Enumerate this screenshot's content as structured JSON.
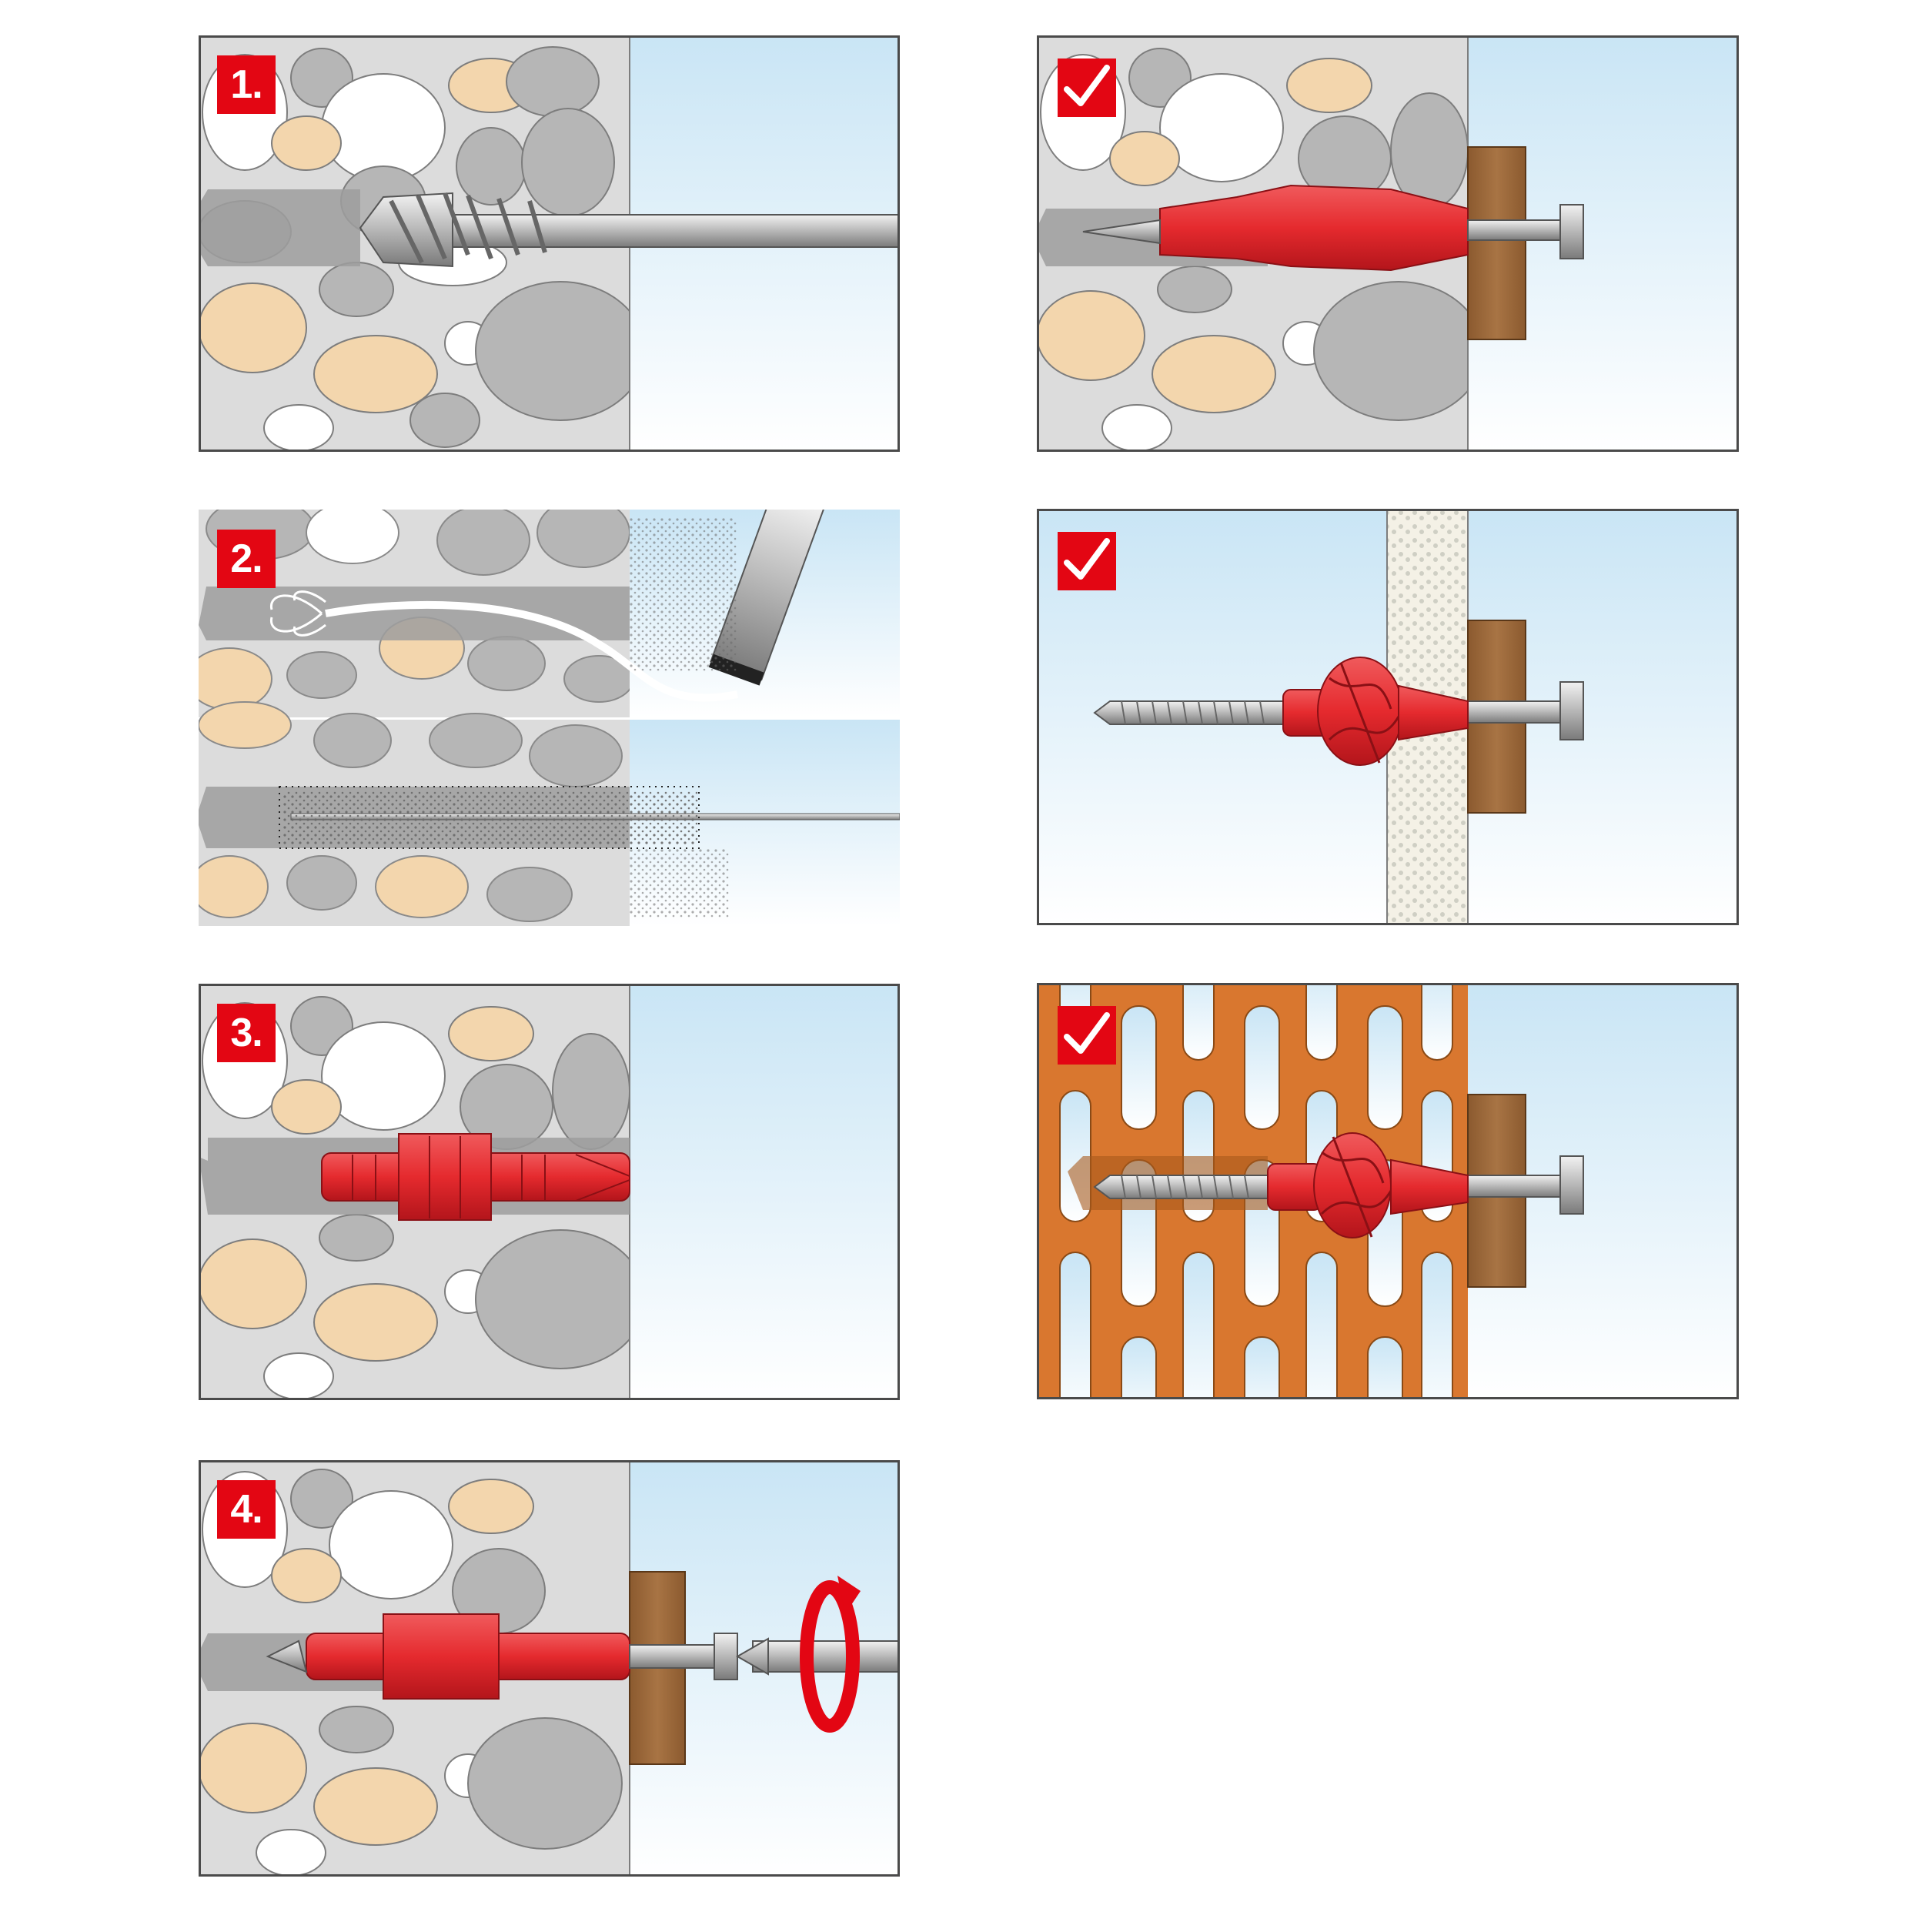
{
  "steps": [
    {
      "number": "1.",
      "action": "drill"
    },
    {
      "number": "2.",
      "action": "clean-hole"
    },
    {
      "number": "3.",
      "action": "insert-plug"
    },
    {
      "number": "4.",
      "action": "drive-screw"
    }
  ],
  "results": [
    {
      "material": "solid-masonry"
    },
    {
      "material": "board"
    },
    {
      "material": "perforated-brick"
    }
  ],
  "icons": {
    "check": "check-icon",
    "rotate": "rotate-arrow-icon"
  },
  "colors": {
    "badge": "#e30613",
    "plug": "#e52a2e",
    "wall": "#dcdcdc",
    "stone_grey": "#b6b6b6",
    "stone_sand": "#f3d6ad",
    "air_top": "#cde7f6",
    "air_bottom": "#ffffff",
    "wood": "#9a6a3e",
    "brick": "#d9772f"
  }
}
